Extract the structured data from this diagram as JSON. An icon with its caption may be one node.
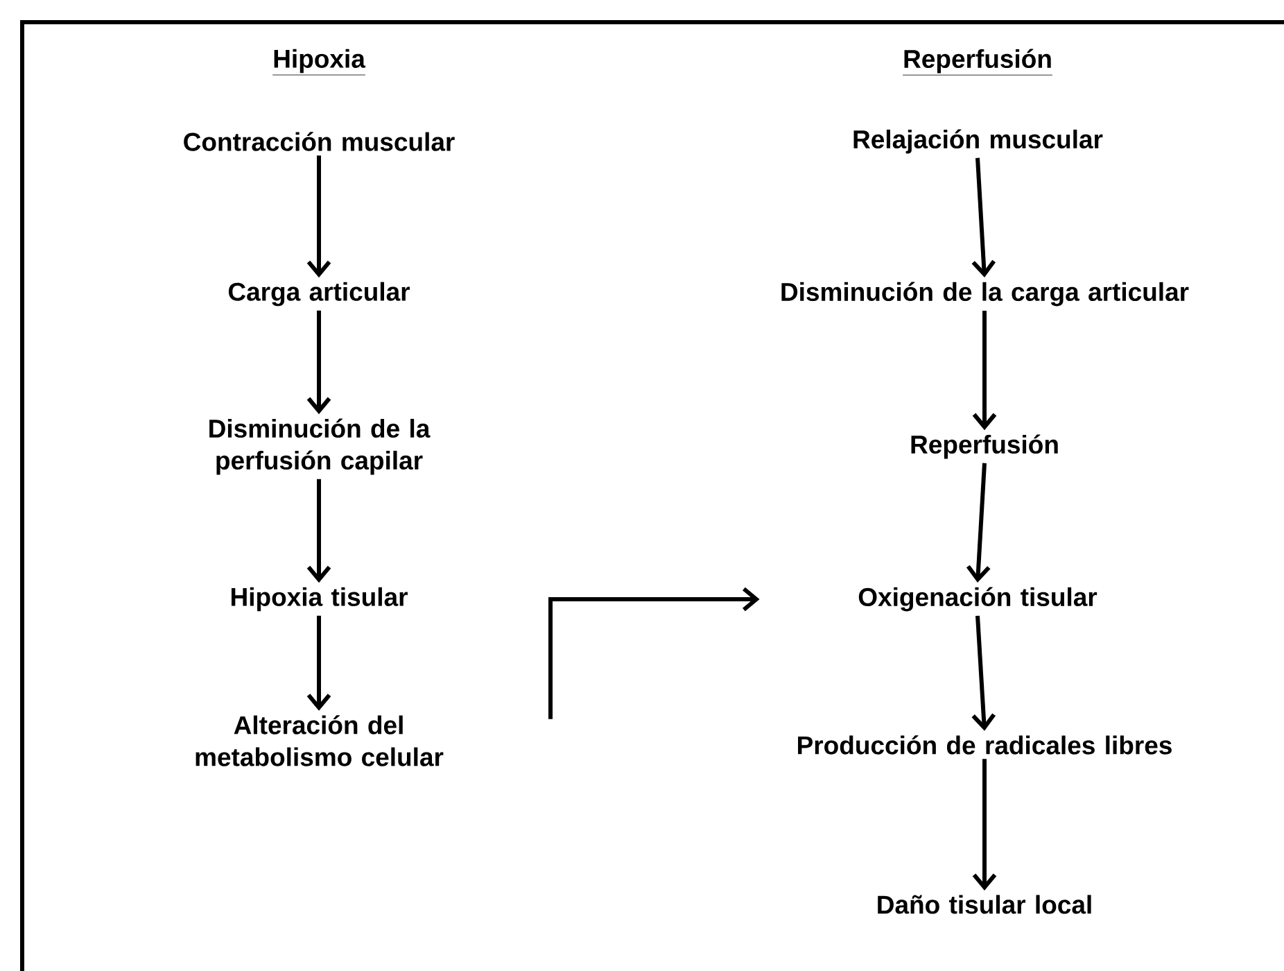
{
  "diagram": {
    "nodes": [
      {
        "text": [
          "Contracción muscular"
        ]
      },
      {
        "text": [
          "Carga articular"
        ]
      },
      {
        "text": [
          "Disminución de la perfusión capilar"
        ]
      },
      {
        "text": [
          "Hipoxia tisular"
        ]
      },
      {
        "text": [
          "Alteración del metabolismo celular"
        ]
      },
      {
        "text": [
          "Relajación muscular"
        ]
      },
      {
        "text": [
          "Disminución de la carga articular"
        ]
      },
      {
        "text": [
          "Reperfusión"
        ]
      },
      {
        "text": [
          "Oxigenación tisular"
        ]
      },
      {
        "text": [
          "Producción de radicales libres"
        ]
      },
      {
        "text": [
          "Daño tisular local"
        ]
      }
    ],
    "edges": [
      {
        "from": 0,
        "to": 1,
        "arrow": "to"
      },
      {
        "from": 1,
        "to": 2,
        "arrow": "to"
      },
      {
        "from": 2,
        "to": 3,
        "arrow": "to"
      },
      {
        "from": 3,
        "to": 4,
        "arrow": "to"
      },
      {
        "from": 4,
        "to": 8,
        "arrow": "to"
      },
      {
        "from": 5,
        "to": 6,
        "arrow": "to"
      },
      {
        "from": 6,
        "to": 7,
        "arrow": "to"
      },
      {
        "from": 7,
        "to": 8,
        "arrow": "to"
      },
      {
        "from": 8,
        "to": 9,
        "arrow": "to"
      },
      {
        "from": 9,
        "to": 10,
        "arrow": "to"
      }
    ],
    "labels": [
      "Hipoxia",
      "Reperfusión"
    ]
  }
}
